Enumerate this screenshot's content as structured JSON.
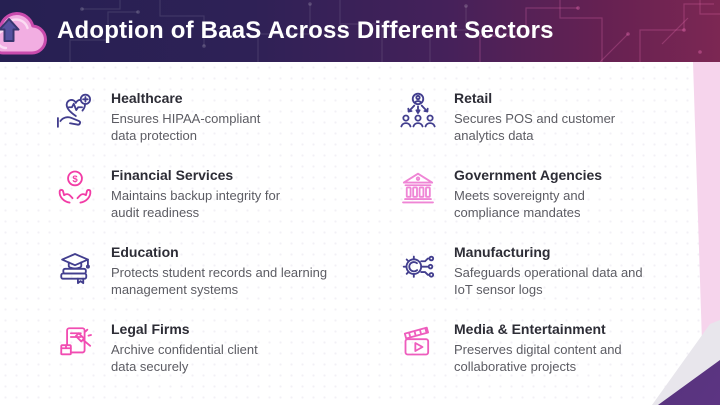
{
  "header": {
    "title": "Adoption of BaaS Across Different Sectors",
    "logo": "cloud-upload",
    "bg_left_color": "#262052",
    "bg_right_color": "#7c2753",
    "title_color": "#ffffff",
    "cloud_fill": "#f2aee2",
    "cloud_outline": "#c94bad",
    "arrow_fill": "#55519f"
  },
  "sectors": [
    {
      "name": "Healthcare",
      "description": "Ensures HIPAA-compliant\ndata protection",
      "icon": "hand-heart-pulse",
      "icon_color": "#423e8e"
    },
    {
      "name": "Retail",
      "description": "Secures POS and customer\nanalytics data",
      "icon": "customer-network",
      "icon_color": "#423e8e"
    },
    {
      "name": "Financial Services",
      "description": "Maintains backup integrity for\naudit readiness",
      "icon": "hands-dollar-coin",
      "icon_color": "#f23ca6",
      "currency_symbol": "$"
    },
    {
      "name": "Government Agencies",
      "description": "Meets sovereignty and\ncompliance mandates",
      "icon": "government-building",
      "icon_color": "#ef85d5"
    },
    {
      "name": "Education",
      "description": "Protects student records and learning\nmanagement systems",
      "icon": "graduation-cap-books",
      "icon_color": "#423e8e"
    },
    {
      "name": "Manufacturing",
      "description": "Safeguards operational data and\nIoT sensor logs",
      "icon": "gear-circuit",
      "icon_color": "#423e8e"
    },
    {
      "name": "Legal Firms",
      "description": "Archive confidential client\ndata securely",
      "icon": "document-gavel",
      "icon_color": "#f14db2"
    },
    {
      "name": "Media & Entertainment",
      "description": "Preserves digital content and\ncollaborative projects",
      "icon": "clapperboard-play",
      "icon_color": "#ee5dbd"
    }
  ],
  "decor": {
    "pink_band_color": "#f6d4ec",
    "gray_wedge_color": "#e8e6ec",
    "corner_triangle_colors": [
      "#2f2a5a",
      "#5c3482"
    ],
    "title_text_color": "#2d2d36",
    "desc_text_color": "#5c5c63"
  }
}
